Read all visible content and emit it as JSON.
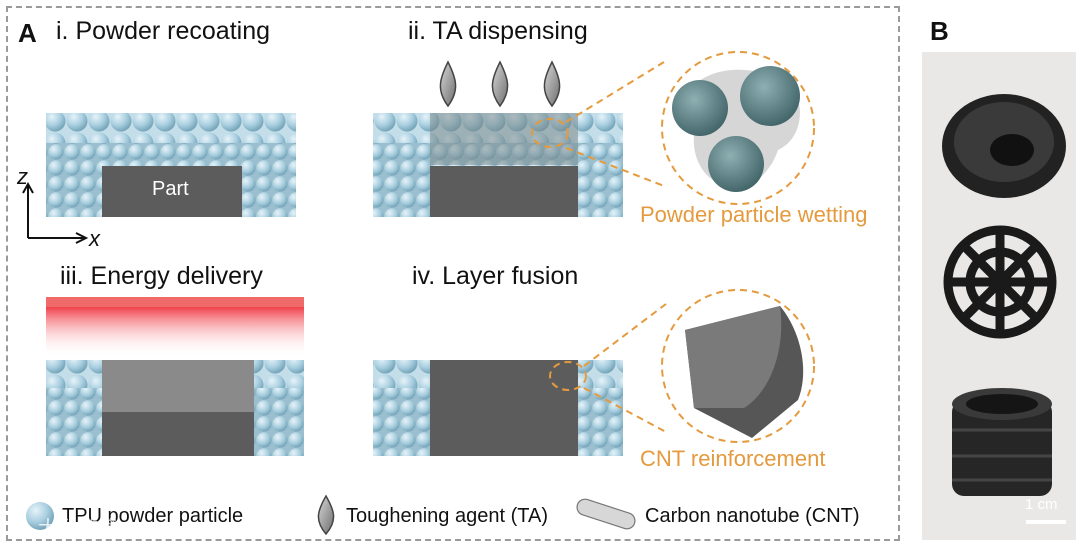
{
  "panel_a": {
    "letter": "A",
    "steps": {
      "i": "i. Powder recoating",
      "ii": "ii. TA dispensing",
      "iii": "iii. Energy delivery",
      "iv": "iv. Layer fusion"
    },
    "part_label": "Part",
    "axis_z": "z",
    "axis_x": "x",
    "callout_wetting": "Powder particle wetting",
    "callout_cnt": "CNT reinforcement",
    "legend": {
      "tpu": "TPU powder particle",
      "ta": "Toughening agent (TA)",
      "cnt": "Carbon nanotube (CNT)"
    }
  },
  "panel_b": {
    "letter": "B",
    "scale_bar": "1 cm"
  },
  "watermark": "大数跨境",
  "colors": {
    "particle": "#b8d7e6",
    "part": "#5a5a5a",
    "callout": "#e49a3d",
    "laser": "#f0404a"
  }
}
